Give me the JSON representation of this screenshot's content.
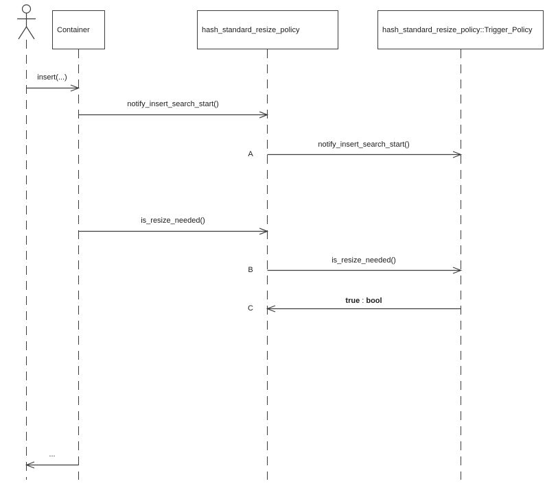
{
  "diagram": {
    "kind": "uml-sequence-diagram",
    "colors": {
      "line": "#3c3c3c",
      "text": "#1c1c1c",
      "background": "#ffffff"
    },
    "participants": [
      {
        "id": "user",
        "kind": "actor",
        "label": ""
      },
      {
        "id": "container",
        "kind": "object",
        "label": "Container"
      },
      {
        "id": "policy",
        "kind": "object",
        "label": "hash_standard_resize_policy"
      },
      {
        "id": "trigger",
        "kind": "object",
        "label": "hash_standard_resize_policy::Trigger_Policy"
      }
    ],
    "messages": [
      {
        "label": "insert(...)",
        "from": "user",
        "to": "container"
      },
      {
        "label": "notify_insert_search_start()",
        "from": "container",
        "to": "policy"
      },
      {
        "seq": "A",
        "label": "notify_insert_search_start()",
        "from": "policy",
        "to": "trigger"
      },
      {
        "label": "is_resize_needed()",
        "from": "container",
        "to": "policy"
      },
      {
        "seq": "B",
        "label": "is_resize_needed()",
        "from": "policy",
        "to": "trigger"
      },
      {
        "seq": "C",
        "label": "true : bool",
        "label_value": "true",
        "label_sep": " : ",
        "label_type": "bool",
        "from": "trigger",
        "to": "policy"
      },
      {
        "label": "...",
        "from": "container",
        "to": "user"
      }
    ]
  }
}
